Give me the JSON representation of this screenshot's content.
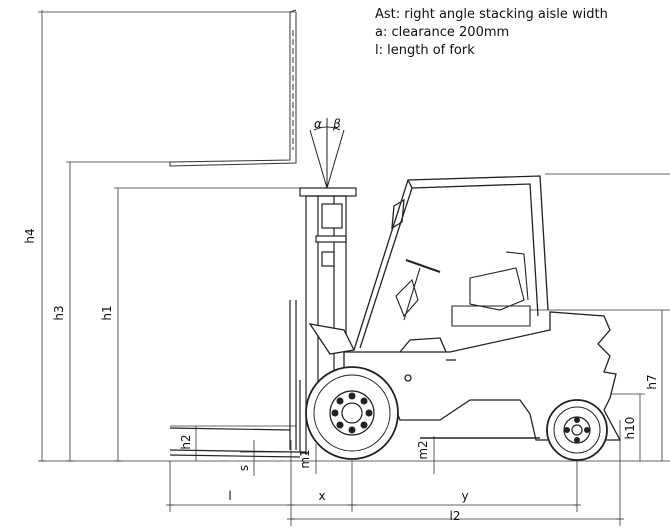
{
  "legend": {
    "ast": "Ast: right angle stacking aisle width",
    "a": "a: clearance 200mm",
    "l": "l: length of fork"
  },
  "dimensions": {
    "h4": "h4",
    "h3": "h3",
    "h1": "h1",
    "h2": "h2",
    "s": "s",
    "m1": "m1",
    "m2": "m2",
    "h7": "h7",
    "h10": "h10",
    "l": "l",
    "x": "x",
    "y": "y",
    "l2": "l2",
    "alpha": "α",
    "beta": "β"
  }
}
